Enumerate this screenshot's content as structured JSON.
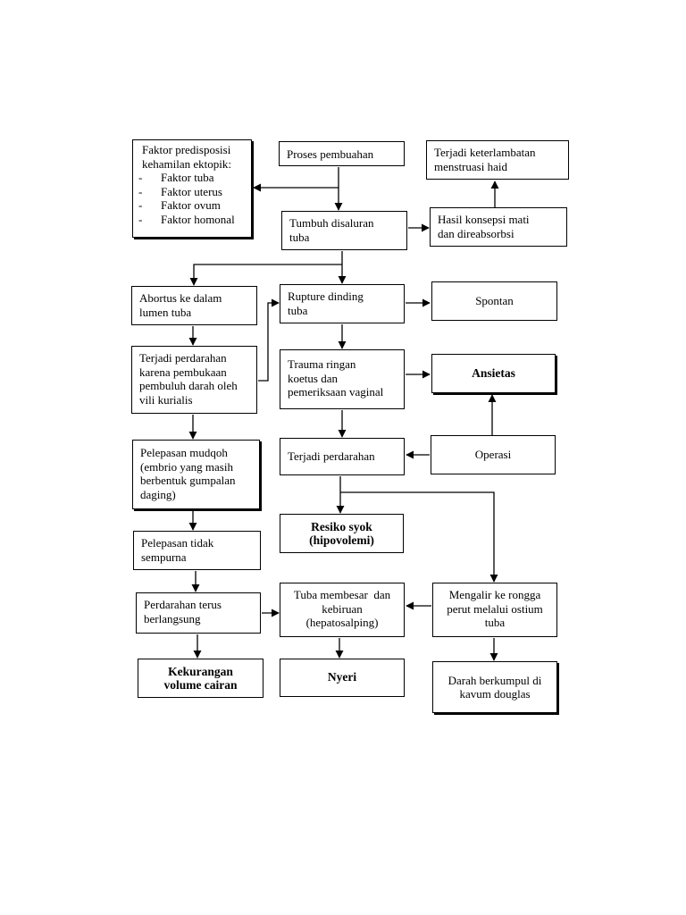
{
  "nodes": {
    "faktor": {
      "lines": [
        "Faktor predisposisi",
        "kehamilan ektopik:"
      ],
      "bullets": [
        "Faktor tuba",
        "Faktor uterus",
        "Faktor ovum",
        "Faktor homonal"
      ],
      "dash": "-"
    },
    "proses": {
      "lines": [
        "Proses pembuahan"
      ]
    },
    "terjadi_keterlambatan": {
      "lines": [
        "Terjadi keterlambatan",
        "menstruasi haid"
      ]
    },
    "tumbuh": {
      "lines": [
        "Tumbuh disaluran",
        "tuba"
      ]
    },
    "hasil": {
      "lines": [
        "Hasil konsepsi mati",
        "dan direabsorbsi"
      ]
    },
    "abortus": {
      "lines": [
        "Abortus ke dalam",
        "lumen tuba"
      ]
    },
    "rupture": {
      "lines": [
        "Rupture dinding",
        "tuba"
      ]
    },
    "spontan": {
      "lines": [
        "Spontan"
      ]
    },
    "terjadi_perdarahan_pembukaan": {
      "lines": [
        "Terjadi perdarahan",
        "karena pembukaan",
        "pembuluh darah oleh",
        "vili kurialis"
      ]
    },
    "trauma": {
      "lines": [
        "Trauma ringan",
        "koetus dan",
        "pemeriksaan vaginal"
      ]
    },
    "ansietas": {
      "lines": [
        "Ansietas"
      ]
    },
    "pelepasan_mudqoh": {
      "lines": [
        "Pelepasan mudqoh",
        "(embrio yang masih",
        "berbentuk gumpalan",
        "daging)"
      ]
    },
    "terjadi_perdarahan": {
      "lines": [
        "Terjadi perdarahan"
      ]
    },
    "operasi": {
      "lines": [
        "Operasi"
      ]
    },
    "resiko_syok": {
      "lines": [
        "Resiko syok",
        "(hipovolemi)"
      ]
    },
    "pelepasan_tidak": {
      "lines": [
        "Pelepasan tidak",
        "sempurna"
      ]
    },
    "perdarahan_terus": {
      "lines": [
        "Perdarahan terus",
        "berlangsung"
      ]
    },
    "tuba_membesar": {
      "lines": [
        "Tuba membesar  dan",
        "kebiruan",
        "(hepatosalping)"
      ]
    },
    "mengalir": {
      "lines": [
        "Mengalir ke rongga",
        "perut melalui ostium",
        "tuba"
      ]
    },
    "kekurangan": {
      "lines": [
        "Kekurangan",
        "volume cairan"
      ]
    },
    "nyeri": {
      "lines": [
        "Nyeri"
      ]
    },
    "darah": {
      "lines": [
        "Darah berkumpul di",
        "kavum douglas"
      ]
    }
  }
}
